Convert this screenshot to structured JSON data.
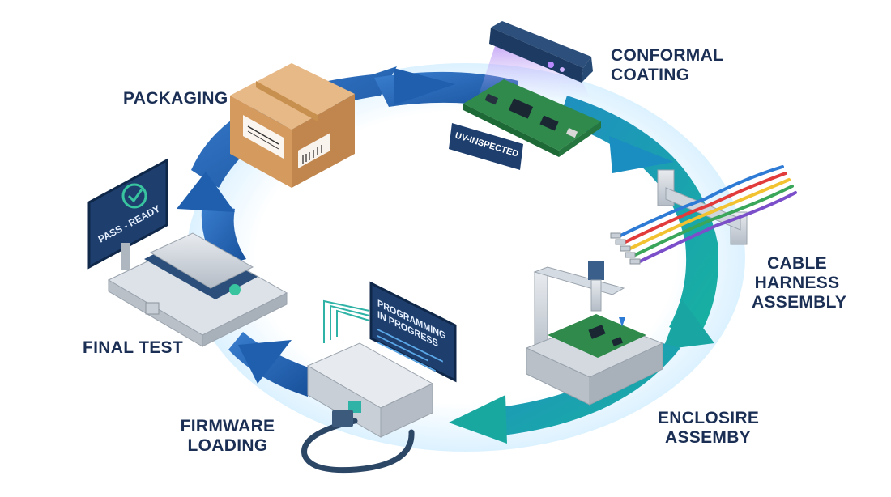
{
  "steps": {
    "packaging": {
      "lines": [
        "PACKAGING"
      ]
    },
    "conformal_coating": {
      "lines": [
        "CONFORMAL",
        "COATING"
      ]
    },
    "cable_harness": {
      "lines": [
        "CABLE",
        "HARNESS",
        "ASSEMBLY"
      ]
    },
    "enclosure": {
      "lines": [
        "ENCLOSIRE",
        "ASSEMBY"
      ]
    },
    "firmware": {
      "lines": [
        "FIRMWARE",
        "LOADING"
      ]
    },
    "final_test": {
      "lines": [
        "FINAL TEST"
      ]
    }
  },
  "badges": {
    "uv_inspected": "UV-INSPECTED",
    "pass_ready": "PASS - READY",
    "programming": [
      "PROGRAMMING",
      "IN PROGRESS"
    ]
  },
  "colors": {
    "label_text": "#1b2f55",
    "arrow_blue": "#1f5fae",
    "arrow_teal": "#1ba9a2",
    "box_cardboard": "#d9a26a",
    "pcb_green": "#2f8a4b",
    "screen_navy": "#1e3f6e",
    "check_green": "#39c4a0"
  },
  "icons": {
    "final_test": "check-icon",
    "packaging": "shipping-box-icon",
    "firmware": "serial-cable-icon"
  }
}
